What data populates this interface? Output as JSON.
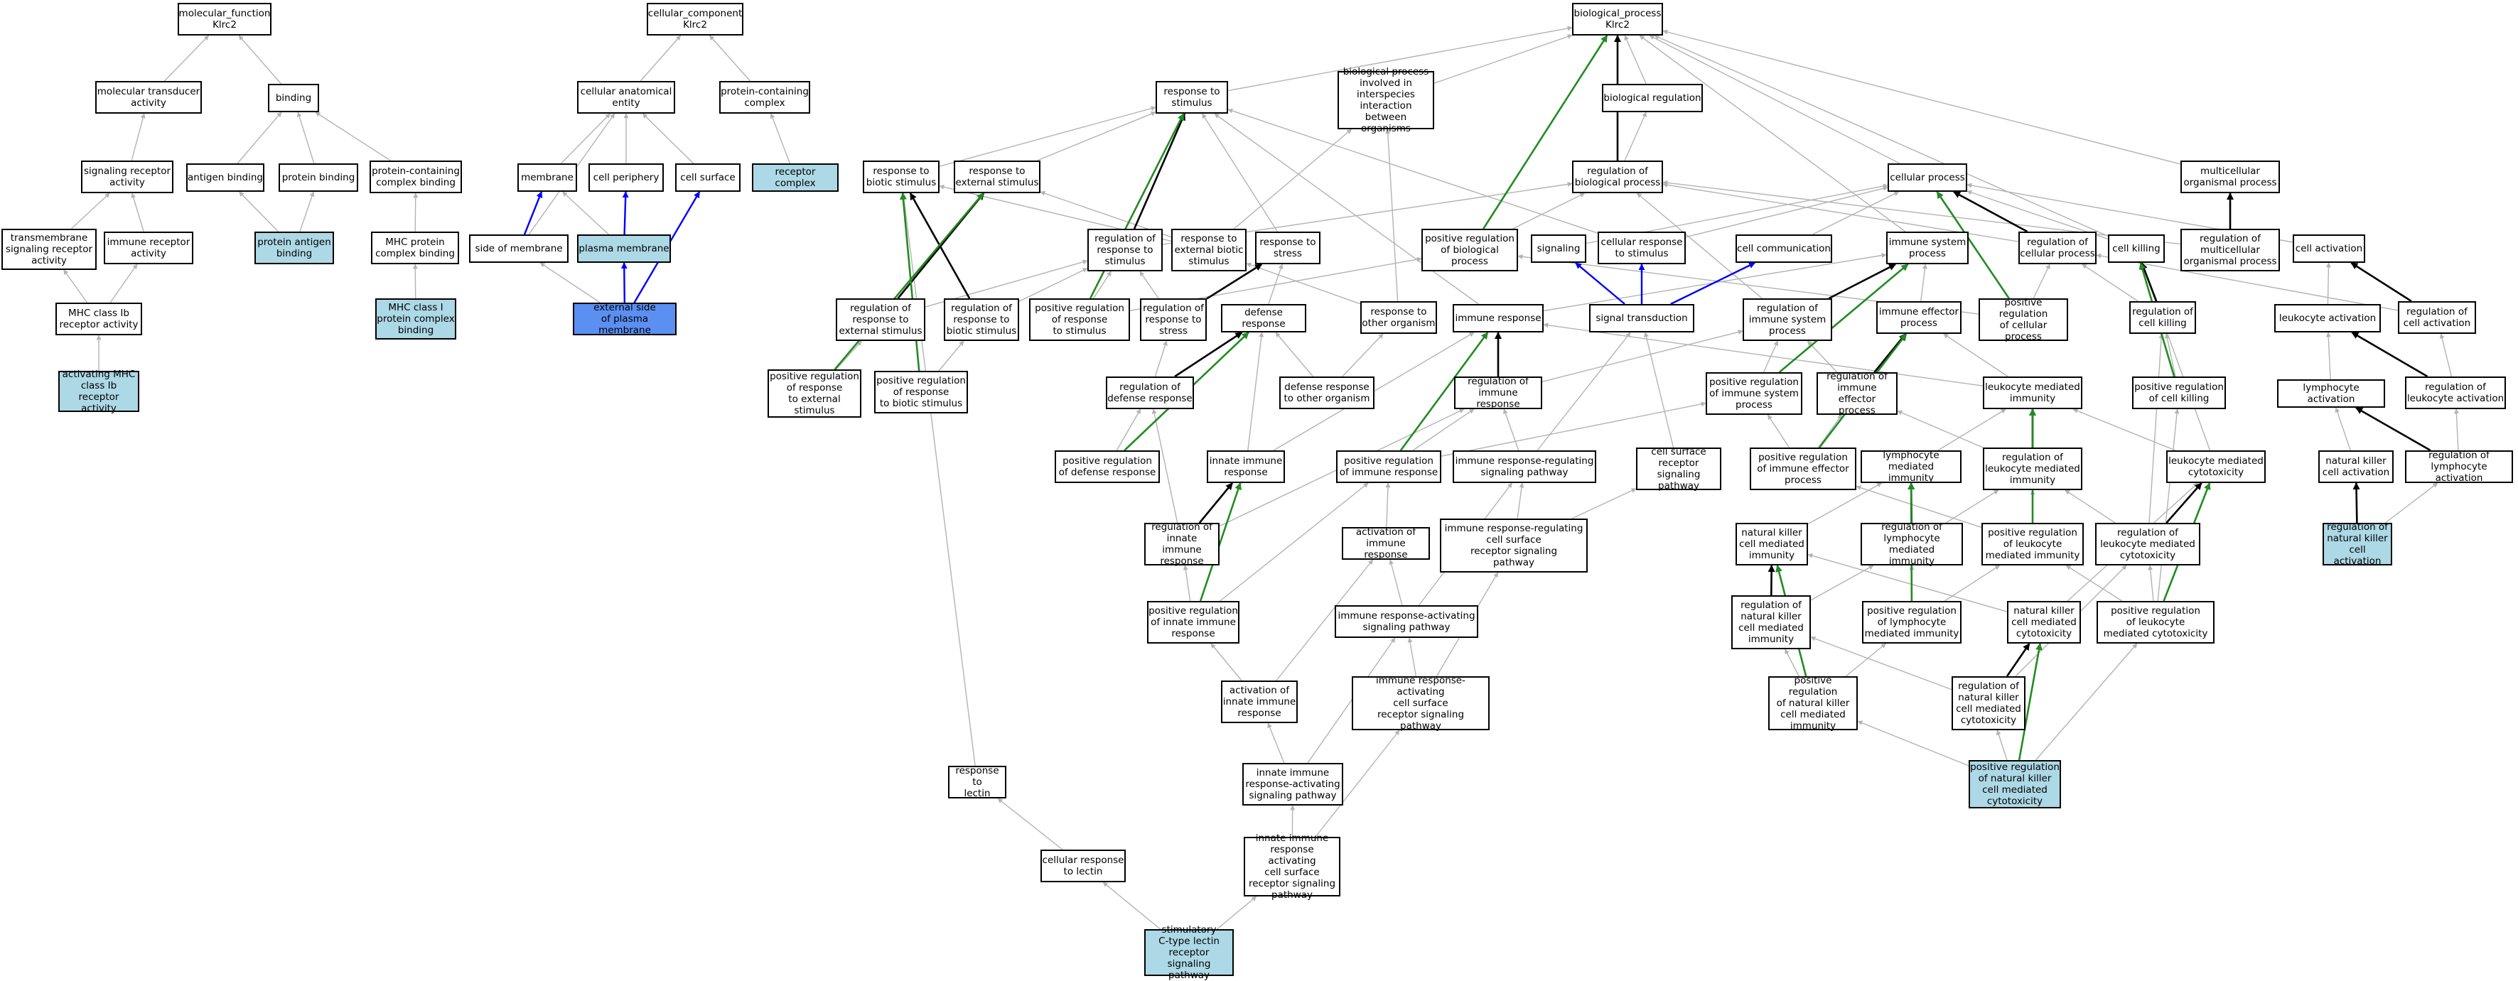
{
  "nodes": {
    "mf": {
      "text": "molecular_function\nKlrc2"
    },
    "cc": {
      "text": "cellular_component\nKlrc2"
    },
    "bp": {
      "text": "biological_process\nKlrc2"
    },
    "mta": {
      "text": "molecular transducer\nactivity"
    },
    "bind": {
      "text": "binding"
    },
    "cae": {
      "text": "cellular anatomical\nentity"
    },
    "pcc": {
      "text": "protein-containing\ncomplex"
    },
    "rts": {
      "text": "response to\nstimulus"
    },
    "bpii": {
      "text": "biological process\ninvolved in\ninterspecies\ninteraction\nbetween organisms"
    },
    "breg": {
      "text": "biological regulation"
    },
    "sra": {
      "text": "signaling receptor\nactivity"
    },
    "antb": {
      "text": "antigen binding"
    },
    "protb": {
      "text": "protein binding"
    },
    "pccb": {
      "text": "protein-containing\ncomplex binding"
    },
    "memb": {
      "text": "membrane"
    },
    "cper": {
      "text": "cell periphery"
    },
    "csurf": {
      "text": "cell surface"
    },
    "rcomp": {
      "text": "receptor complex"
    },
    "rbs": {
      "text": "response to\nbiotic stimulus"
    },
    "res": {
      "text": "response to\nexternal stimulus"
    },
    "rbp": {
      "text": "regulation of\nbiological process"
    },
    "cproc": {
      "text": "cellular process"
    },
    "mop": {
      "text": "multicellular\norganismal process"
    },
    "tsra": {
      "text": "transmembrane\nsignaling receptor\nactivity"
    },
    "ira": {
      "text": "immune receptor\nactivity"
    },
    "pab": {
      "text": "protein antigen\nbinding"
    },
    "mhcpcb": {
      "text": "MHC protein\ncomplex binding"
    },
    "som": {
      "text": "side of membrane"
    },
    "pm": {
      "text": "plasma membrane"
    },
    "rrs": {
      "text": "regulation of\nresponse to\nstimulus"
    },
    "rebs": {
      "text": "response to\nexternal biotic\nstimulus"
    },
    "rtstress": {
      "text": "response to\nstress"
    },
    "prbp": {
      "text": "positive regulation\nof biological\nprocess"
    },
    "sig": {
      "text": "signaling"
    },
    "crs": {
      "text": "cellular response\nto stimulus"
    },
    "ccom": {
      "text": "cell communication"
    },
    "isp": {
      "text": "immune system\nprocess"
    },
    "rcp": {
      "text": "regulation of\ncellular process"
    },
    "ck": {
      "text": "cell killing"
    },
    "rmop": {
      "text": "regulation of\nmulticellular\norganismal process"
    },
    "cact": {
      "text": "cell activation"
    },
    "mhcib": {
      "text": "MHC class Ib\nreceptor activity"
    },
    "mhci": {
      "text": "MHC class I\nprotein complex\nbinding"
    },
    "espm": {
      "text": "external side\nof plasma membrane"
    },
    "rres": {
      "text": "regulation of\nresponse to\nexternal stimulus"
    },
    "rrbs": {
      "text": "regulation of\nresponse to\nbiotic stimulus"
    },
    "prrs": {
      "text": "positive regulation\nof response\nto stimulus"
    },
    "rrstress": {
      "text": "regulation of\nresponse to\nstress"
    },
    "dr": {
      "text": "defense response"
    },
    "rtoo": {
      "text": "response to\nother organism"
    },
    "ir": {
      "text": "immune response"
    },
    "st": {
      "text": "signal transduction"
    },
    "risp": {
      "text": "regulation of\nimmune system\nprocess"
    },
    "iep": {
      "text": "immune effector\nprocess"
    },
    "prcp": {
      "text": "positive regulation\nof cellular\nprocess"
    },
    "rck": {
      "text": "regulation of\ncell killing"
    },
    "la": {
      "text": "leukocyte activation"
    },
    "rca": {
      "text": "regulation of\ncell activation"
    },
    "amhc": {
      "text": "activating MHC\nclass Ib receptor\nactivity"
    },
    "prres": {
      "text": "positive regulation\nof response\nto external\nstimulus"
    },
    "prrbs": {
      "text": "positive regulation\nof response\nto biotic stimulus"
    },
    "rdr": {
      "text": "regulation of\ndefense response"
    },
    "drtoo": {
      "text": "defense response\nto other organism"
    },
    "rir": {
      "text": "regulation of\nimmune response"
    },
    "prisp": {
      "text": "positive regulation\nof immune system\nprocess"
    },
    "riep": {
      "text": "regulation of\nimmune effector\nprocess"
    },
    "lmi": {
      "text": "leukocyte mediated\nimmunity"
    },
    "prck": {
      "text": "positive regulation\nof cell killing"
    },
    "lact": {
      "text": "lymphocyte activation"
    },
    "rla": {
      "text": "regulation of\nleukocyte activation"
    },
    "inir": {
      "text": "innate immune\nresponse"
    },
    "prdr": {
      "text": "positive regulation\nof defense response"
    },
    "prir": {
      "text": "positive regulation\nof immune response"
    },
    "irrsp": {
      "text": "immune response-regulating\nsignaling pathway"
    },
    "csrsp": {
      "text": "cell surface\nreceptor signaling\npathway"
    },
    "priep": {
      "text": "positive regulation\nof immune effector\nprocess"
    },
    "lymi": {
      "text": "lymphocyte mediated\nimmunity"
    },
    "rlmi": {
      "text": "regulation of\nleukocyte mediated\nimmunity"
    },
    "lmc": {
      "text": "leukocyte mediated\ncytotoxicity"
    },
    "nkca": {
      "text": "natural killer\ncell activation"
    },
    "rlya": {
      "text": "regulation of\nlymphocyte activation"
    },
    "rinir": {
      "text": "regulation of\ninnate immune\nresponse"
    },
    "aoir": {
      "text": "activation of\nimmune response"
    },
    "irrcsrsp": {
      "text": "immune response-regulating\ncell surface\nreceptor signaling\npathway"
    },
    "nkcmi": {
      "text": "natural killer\ncell mediated\nimmunity"
    },
    "rlymi": {
      "text": "regulation of\nlymphocyte mediated\nimmunity"
    },
    "prlmi": {
      "text": "positive regulation\nof leukocyte\nmediated immunity"
    },
    "rlmc": {
      "text": "regulation of\nleukocyte mediated\ncytotoxicity"
    },
    "rnkca": {
      "text": "regulation of\nnatural killer\ncell activation"
    },
    "prinir": {
      "text": "positive regulation\nof innate immune\nresponse"
    },
    "irasp": {
      "text": "immune response-activating\nsignaling pathway"
    },
    "rnkcmi": {
      "text": "regulation of\nnatural killer\ncell mediated\nimmunity"
    },
    "prlymi": {
      "text": "positive regulation\nof lymphocyte\nmediated immunity"
    },
    "nkcmc": {
      "text": "natural killer\ncell mediated\ncytotoxicity"
    },
    "prlmc": {
      "text": "positive regulation\nof leukocyte\nmediated cytotoxicity"
    },
    "aoinir": {
      "text": "activation of\ninnate immune\nresponse"
    },
    "iracsrsp": {
      "text": "immune response-activating\ncell surface\nreceptor signaling\npathway"
    },
    "prnkcmi": {
      "text": "positive regulation\nof natural killer\ncell mediated\nimmunity"
    },
    "rnkcmc": {
      "text": "regulation of\nnatural killer\ncell mediated\ncytotoxicity"
    },
    "rtl": {
      "text": "response to\nlectin"
    },
    "iirasp": {
      "text": "innate immune\nresponse-activating\nsignaling pathway"
    },
    "prnkcmc": {
      "text": "positive regulation\nof natural killer\ncell mediated\ncytotoxicity"
    },
    "crtl": {
      "text": "cellular response\nto lectin"
    },
    "iiracsrsp": {
      "text": "innate immune\nresponse activating\ncell surface\nreceptor signaling\npathway"
    },
    "sctl": {
      "text": "stimulatory\nC-type lectin\nreceptor signaling\npathway"
    }
  },
  "colors": {
    "is_a": "#b3b3b3",
    "part_of": "#0000ff",
    "regulates": "#000000",
    "positively_regulates": "#228b22",
    "highlight": "#add8e6",
    "term_highlight": "#5b8ff2"
  },
  "edges": [
    [
      "mta",
      "mf",
      "is_a"
    ],
    [
      "bind",
      "mf",
      "is_a"
    ],
    [
      "sra",
      "mta",
      "is_a"
    ],
    [
      "antb",
      "bind",
      "is_a"
    ],
    [
      "protb",
      "bind",
      "is_a"
    ],
    [
      "pccb",
      "bind",
      "is_a"
    ],
    [
      "tsra",
      "sra",
      "is_a"
    ],
    [
      "ira",
      "sra",
      "is_a"
    ],
    [
      "mhcib",
      "tsra",
      "is_a"
    ],
    [
      "mhcib",
      "ira",
      "is_a"
    ],
    [
      "amhc",
      "mhcib",
      "is_a"
    ],
    [
      "pab",
      "antb",
      "is_a"
    ],
    [
      "pab",
      "protb",
      "is_a"
    ],
    [
      "mhcpcb",
      "pccb",
      "is_a"
    ],
    [
      "mhci",
      "mhcpcb",
      "is_a"
    ],
    [
      "cae",
      "cc",
      "is_a"
    ],
    [
      "pcc",
      "cc",
      "is_a"
    ],
    [
      "memb",
      "cae",
      "is_a"
    ],
    [
      "cper",
      "cae",
      "is_a"
    ],
    [
      "csurf",
      "cae",
      "is_a"
    ],
    [
      "som",
      "cae",
      "is_a"
    ],
    [
      "rcomp",
      "pcc",
      "is_a"
    ],
    [
      "pm",
      "memb",
      "is_a"
    ],
    [
      "pm",
      "cper",
      "part_of"
    ],
    [
      "som",
      "memb",
      "part_of"
    ],
    [
      "espm",
      "som",
      "is_a"
    ],
    [
      "espm",
      "pm",
      "part_of"
    ],
    [
      "espm",
      "csurf",
      "part_of"
    ],
    [
      "rts",
      "bp",
      "is_a"
    ],
    [
      "bpii",
      "bp",
      "is_a"
    ],
    [
      "breg",
      "bp",
      "is_a"
    ],
    [
      "cproc",
      "bp",
      "is_a"
    ],
    [
      "mop",
      "bp",
      "is_a"
    ],
    [
      "rbp",
      "breg",
      "is_a"
    ],
    [
      "rbp",
      "bp",
      "regulates"
    ],
    [
      "isp",
      "bp",
      "is_a"
    ],
    [
      "ck",
      "bp",
      "is_a"
    ],
    [
      "prbp",
      "bp",
      "positively_regulates"
    ],
    [
      "prbp",
      "rbp",
      "is_a"
    ],
    [
      "rbs",
      "rts",
      "is_a"
    ],
    [
      "res",
      "rts",
      "is_a"
    ],
    [
      "rtstress",
      "rts",
      "is_a"
    ],
    [
      "crs",
      "rts",
      "is_a"
    ],
    [
      "rebs",
      "rbs",
      "is_a"
    ],
    [
      "rebs",
      "res",
      "is_a"
    ],
    [
      "rebs",
      "bpii",
      "is_a"
    ],
    [
      "rrs",
      "rbp",
      "is_a"
    ],
    [
      "rrs",
      "rts",
      "regulates"
    ],
    [
      "rres",
      "rrs",
      "is_a"
    ],
    [
      "rres",
      "res",
      "regulates"
    ],
    [
      "rrbs",
      "rrs",
      "is_a"
    ],
    [
      "rrbs",
      "rbs",
      "regulates"
    ],
    [
      "prrs",
      "rrs",
      "is_a"
    ],
    [
      "prrs",
      "prbp",
      "is_a"
    ],
    [
      "prrs",
      "rts",
      "positively_regulates"
    ],
    [
      "prres",
      "rres",
      "is_a"
    ],
    [
      "prres",
      "res",
      "positively_regulates"
    ],
    [
      "prrbs",
      "rrbs",
      "is_a"
    ],
    [
      "prrbs",
      "rbs",
      "positively_regulates"
    ],
    [
      "rrstress",
      "rrs",
      "is_a"
    ],
    [
      "rrstress",
      "rtstress",
      "regulates"
    ],
    [
      "dr",
      "rtstress",
      "is_a"
    ],
    [
      "rtoo",
      "rebs",
      "is_a"
    ],
    [
      "rtoo",
      "bpii",
      "is_a"
    ],
    [
      "sig",
      "cproc",
      "is_a"
    ],
    [
      "crs",
      "cproc",
      "is_a"
    ],
    [
      "ccom",
      "cproc",
      "is_a"
    ],
    [
      "st",
      "sig",
      "part_of"
    ],
    [
      "st",
      "crs",
      "part_of"
    ],
    [
      "st",
      "ccom",
      "part_of"
    ],
    [
      "rcp",
      "rbp",
      "is_a"
    ],
    [
      "rcp",
      "cproc",
      "regulates"
    ],
    [
      "prcp",
      "rcp",
      "is_a"
    ],
    [
      "prcp",
      "cproc",
      "positively_regulates"
    ],
    [
      "prcp",
      "prbp",
      "is_a"
    ],
    [
      "ck",
      "cproc",
      "is_a"
    ],
    [
      "rck",
      "rcp",
      "is_a"
    ],
    [
      "rck",
      "ck",
      "regulates"
    ],
    [
      "prck",
      "rck",
      "is_a"
    ],
    [
      "prck",
      "ck",
      "positively_regulates"
    ],
    [
      "rmop",
      "rbp",
      "is_a"
    ],
    [
      "rmop",
      "mop",
      "regulates"
    ],
    [
      "cact",
      "cproc",
      "is_a"
    ],
    [
      "la",
      "cact",
      "is_a"
    ],
    [
      "rca",
      "rcp",
      "is_a"
    ],
    [
      "rca",
      "cact",
      "regulates"
    ],
    [
      "rla",
      "rca",
      "is_a"
    ],
    [
      "rla",
      "la",
      "regulates"
    ],
    [
      "lact",
      "la",
      "is_a"
    ],
    [
      "rlya",
      "rla",
      "is_a"
    ],
    [
      "rlya",
      "lact",
      "regulates"
    ],
    [
      "nkca",
      "lact",
      "is_a"
    ],
    [
      "rnkca",
      "rlya",
      "is_a"
    ],
    [
      "rnkca",
      "nkca",
      "regulates"
    ],
    [
      "ir",
      "isp",
      "is_a"
    ],
    [
      "ir",
      "rts",
      "is_a"
    ],
    [
      "risp",
      "rbp",
      "is_a"
    ],
    [
      "risp",
      "isp",
      "regulates"
    ],
    [
      "iep",
      "isp",
      "is_a"
    ],
    [
      "prisp",
      "risp",
      "is_a"
    ],
    [
      "prisp",
      "isp",
      "positively_regulates"
    ],
    [
      "riep",
      "risp",
      "is_a"
    ],
    [
      "riep",
      "iep",
      "regulates"
    ],
    [
      "priep",
      "riep",
      "is_a"
    ],
    [
      "priep",
      "iep",
      "positively_regulates"
    ],
    [
      "priep",
      "prisp",
      "is_a"
    ],
    [
      "drtoo",
      "dr",
      "is_a"
    ],
    [
      "drtoo",
      "rtoo",
      "is_a"
    ],
    [
      "rdr",
      "rrstress",
      "is_a"
    ],
    [
      "rdr",
      "dr",
      "regulates"
    ],
    [
      "prdr",
      "rdr",
      "is_a"
    ],
    [
      "prdr",
      "dr",
      "positively_regulates"
    ],
    [
      "rir",
      "risp",
      "is_a"
    ],
    [
      "rir",
      "ir",
      "regulates"
    ],
    [
      "prir",
      "rir",
      "is_a"
    ],
    [
      "prir",
      "ir",
      "positively_regulates"
    ],
    [
      "prir",
      "prisp",
      "is_a"
    ],
    [
      "inir",
      "ir",
      "is_a"
    ],
    [
      "inir",
      "dr",
      "is_a"
    ],
    [
      "rinir",
      "rir",
      "is_a"
    ],
    [
      "rinir",
      "inir",
      "regulates"
    ],
    [
      "rinir",
      "rdr",
      "is_a"
    ],
    [
      "prinir",
      "rinir",
      "is_a"
    ],
    [
      "prinir",
      "inir",
      "positively_regulates"
    ],
    [
      "prinir",
      "prir",
      "is_a"
    ],
    [
      "irrsp",
      "rir",
      "is_a"
    ],
    [
      "irrsp",
      "st",
      "is_a"
    ],
    [
      "csrsp",
      "st",
      "is_a"
    ],
    [
      "irrcsrsp",
      "irrsp",
      "is_a"
    ],
    [
      "irrcsrsp",
      "csrsp",
      "is_a"
    ],
    [
      "aoir",
      "prir",
      "is_a"
    ],
    [
      "irasp",
      "irrsp",
      "is_a"
    ],
    [
      "irasp",
      "aoir",
      "is_a"
    ],
    [
      "iracsrsp",
      "irasp",
      "is_a"
    ],
    [
      "iracsrsp",
      "irrcsrsp",
      "is_a"
    ],
    [
      "aoinir",
      "prinir",
      "is_a"
    ],
    [
      "aoinir",
      "aoir",
      "is_a"
    ],
    [
      "iirasp",
      "irasp",
      "is_a"
    ],
    [
      "iirasp",
      "aoinir",
      "is_a"
    ],
    [
      "iiracsrsp",
      "iirasp",
      "is_a"
    ],
    [
      "iiracsrsp",
      "iracsrsp",
      "is_a"
    ],
    [
      "lmi",
      "iep",
      "is_a"
    ],
    [
      "lmi",
      "ir",
      "is_a"
    ],
    [
      "lymi",
      "lmi",
      "is_a"
    ],
    [
      "rlmi",
      "riep",
      "is_a"
    ],
    [
      "rlmi",
      "lmi",
      "regulates"
    ],
    [
      "prlmi",
      "rlmi",
      "is_a"
    ],
    [
      "prlmi",
      "lmi",
      "positively_regulates"
    ],
    [
      "prlmi",
      "priep",
      "is_a"
    ],
    [
      "rlymi",
      "rlmi",
      "is_a"
    ],
    [
      "rlymi",
      "lymi",
      "regulates"
    ],
    [
      "prlymi",
      "rlymi",
      "is_a"
    ],
    [
      "prlymi",
      "lymi",
      "positively_regulates"
    ],
    [
      "prlymi",
      "prlmi",
      "is_a"
    ],
    [
      "nkcmi",
      "lymi",
      "is_a"
    ],
    [
      "rnkcmi",
      "rlymi",
      "is_a"
    ],
    [
      "rnkcmi",
      "nkcmi",
      "regulates"
    ],
    [
      "prnkcmi",
      "rnkcmi",
      "is_a"
    ],
    [
      "prnkcmi",
      "nkcmi",
      "positively_regulates"
    ],
    [
      "prnkcmi",
      "prlymi",
      "is_a"
    ],
    [
      "lmc",
      "lmi",
      "is_a"
    ],
    [
      "lmc",
      "ck",
      "is_a"
    ],
    [
      "rlmc",
      "rlmi",
      "is_a"
    ],
    [
      "rlmc",
      "lmc",
      "regulates"
    ],
    [
      "rlmc",
      "rck",
      "is_a"
    ],
    [
      "prlmc",
      "rlmc",
      "is_a"
    ],
    [
      "prlmc",
      "lmc",
      "positively_regulates"
    ],
    [
      "prlmc",
      "prck",
      "is_a"
    ],
    [
      "prlmc",
      "prlmi",
      "is_a"
    ],
    [
      "nkcmc",
      "lmc",
      "is_a"
    ],
    [
      "nkcmc",
      "nkcmi",
      "is_a"
    ],
    [
      "rnkcmc",
      "rlmc",
      "is_a"
    ],
    [
      "rnkcmc",
      "nkcmc",
      "regulates"
    ],
    [
      "rnkcmc",
      "rnkcmi",
      "is_a"
    ],
    [
      "prnkcmc",
      "rnkcmc",
      "is_a"
    ],
    [
      "prnkcmc",
      "nkcmc",
      "positively_regulates"
    ],
    [
      "prnkcmc",
      "prlmc",
      "is_a"
    ],
    [
      "prnkcmc",
      "prnkcmi",
      "is_a"
    ],
    [
      "rtl",
      "rbs",
      "is_a"
    ],
    [
      "crtl",
      "rtl",
      "is_a"
    ],
    [
      "sctl",
      "iiracsrsp",
      "is_a"
    ],
    [
      "sctl",
      "crtl",
      "is_a"
    ]
  ]
}
